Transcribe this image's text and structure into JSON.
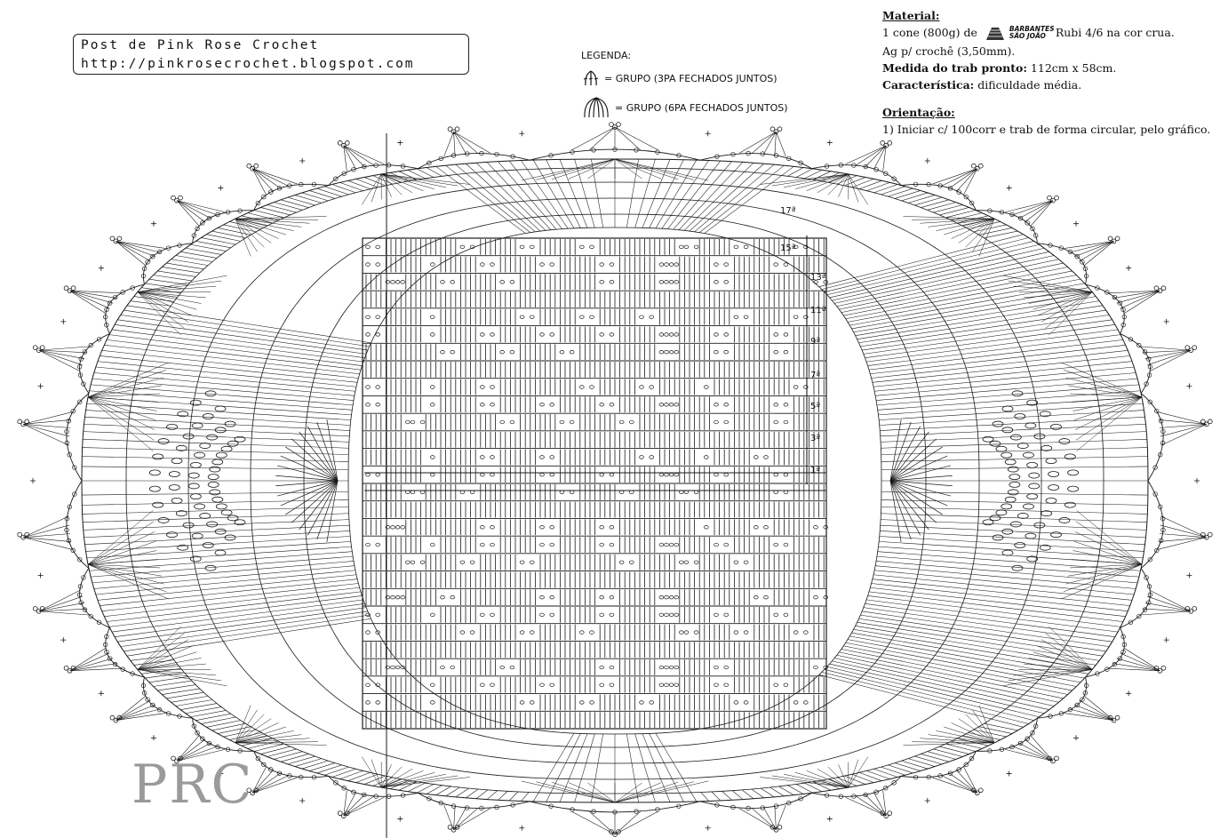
{
  "credit": {
    "line1": "Post de Pink Rose Crochet",
    "line2": "http://pinkrosecrochet.blogspot.com"
  },
  "legend": {
    "title": "LEGENDA:",
    "items": [
      {
        "icon": "group-3-dc-symbol",
        "text": "= GRUPO (3PA FECHADOS JUNTOS)"
      },
      {
        "icon": "group-6-dc-symbol",
        "text": "= GRUPO (6PA FECHADOS JUNTOS)"
      }
    ]
  },
  "material": {
    "heading": "Material:",
    "line1_pre": "1 cone (800g) de",
    "brand_line1": "BARBANTES",
    "brand_line2": "SÃO JOÃO",
    "line1_post": "Rubi 4/6 na cor crua.",
    "line2": "Ag p/ crochê (3,50mm).",
    "line3_label": "Medida do trab pronto:",
    "line3_value": "112cm x 58cm.",
    "line4_label": "Característica:",
    "line4_value": "dificuldade média.",
    "orient_heading": "Orientação:",
    "orient_1": "1) Iniciar c/ 100corr e trab de forma circular, pelo gráfico."
  },
  "diagram": {
    "row_labels": [
      "17ª",
      "15ª",
      "13ª",
      "11ª",
      "9ª",
      "7ª",
      "5ª",
      "3ª",
      "1ª"
    ],
    "colors": {
      "ink": "#1a1a1a",
      "paper": "#ffffff"
    }
  },
  "watermark": "PRC"
}
